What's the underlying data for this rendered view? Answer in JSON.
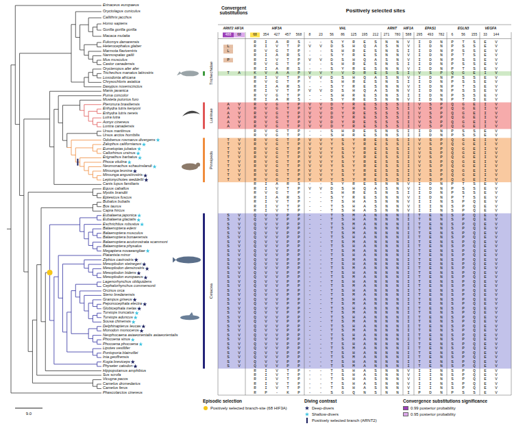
{
  "diagram": {
    "labels": [
      "Convergent substitutions",
      "Positively selected sites",
      "ARNT2",
      "HIF3A",
      "488",
      "68",
      "HIF3A",
      "VHL",
      "ARNT",
      "HIF1A",
      "EPAS1",
      "EGLN3",
      "VEGFA",
      "68",
      "354",
      "427",
      "457",
      "568",
      "8",
      "23",
      "56",
      "86",
      "125",
      "195",
      "212",
      "271",
      "780",
      "588",
      "295",
      "493",
      "782",
      "6",
      "56",
      "155",
      "33",
      "144",
      "Erinaceus europaeus",
      "Oryctolagus cuniculus",
      "Callithrix jacchus",
      "Homo sapiens",
      "Gorilla gorilla gorilla",
      "Macaca mulatta",
      "Fukomys damarensis",
      "Heterocephalus glaber",
      "Marmota flaviventris",
      "Nannospalax galili",
      "Mus musculus",
      "Castor canadensis",
      "Orycteropus afer afer",
      "Trichechus manatus latirostris",
      "Loxodonta africana",
      "Chrysochloris asiatica",
      "Dasypus novemcinctus",
      "Manis javanica",
      "Puma concolor",
      "Mustela putorius furo",
      "Pteronura brasiliensis",
      "Enhydra lutris kenyoni",
      "Enhydra lutris nereis",
      "Lutra lutra",
      "Aonyx cinereus",
      "Lontra canadensis",
      "Ursus maritimus",
      "Ursus arctos horribilis",
      "Odobenus rosmarus divergens",
      "Zalophus californianus",
      "Eumetopias jubatus",
      "Callorhinus ursinus",
      "Erignathus barbatus",
      "Phoca vitulina",
      "Neomonachus schauinslandi",
      "Mirounga leonina",
      "Mirounga angustirostris",
      "Leptonychotes weddellii",
      "Canis lupus familiaris",
      "Equus caballus",
      "Myotis brandtii",
      "Eptesicus fuscus",
      "Bubalus bubalis",
      "Bos taurus",
      "Capra hircus",
      "Eubalaena japonica",
      "Eubalaena glacialis",
      "Eschrichtius robustus",
      "Balaenoptera edeni",
      "Balaenoptera musculus",
      "Balaenoptera bonaerensis",
      "Balaenoptera acutorostrata scammoni",
      "Balaenoptera physalus",
      "Megaptera novaeangliae",
      "Platanista minor",
      "Ziphius cavirostris",
      "Mesoplodon steinegeri",
      "Mesoplodon densirostris",
      "Mesoplodon bidens",
      "Mesoplodon europaeus",
      "Lagenorhynchus obliquidens",
      "Cephalorhynchus commersonii",
      "Orcinus orca",
      "Steno bredanensis",
      "Grampus griseus",
      "Peponocephala electra",
      "Globicephala melas",
      "Tursiops truncatus",
      "Tursiops aduncus",
      "Sousa chinensis",
      "Delphinapterus leucas",
      "Monodon monoceros",
      "Neophocaena asiaeorientalis asiaeorientalis",
      "Phocoena sinus",
      "Phocoena phocoena",
      "Lipotes vexillifer",
      "Pontoporia blainvillei",
      "Inia geoffrensis",
      "Kogia breviceps",
      "Physeter catodon",
      "Hippopotamus amphibius",
      "Sus scrofa",
      "Vicugna pacos",
      "Camelus dromedarius",
      "Camelus ferus",
      "Phascolarctos cinereus",
      "R I A R S - - S Y R E S N N V I D N P T S E V",
      "R I V T P V V D S H Q A S N V I D N P S S E V",
      "R V G T P - - S H R E S N S I I D N P S S E V",
      "R I A R S - - S Y R E S N N V I D N P T S E V",
      "R I V T P V V D S H Q A S N V I D N P S S E V",
      "R V G T P - - S H R E S N S I I D N P S S E V",
      "R I A R S - - S Y R E S N N V I D N P T S E V",
      "K V A A P V V Y V D R E S S I V S P Q G E I V",
      "R I V T P V V D S H Q A S N V I D N P S S E V",
      "R V G T P - - S H R E S N S I I D N P S S E V",
      "R I A R S - - S Y R E S N N V I D N P T S E V",
      "R I V T P V V D S H Q A S N V I D N P S S E V",
      "R V G T P - - S H R E S N S I I D N P S S E V",
      "R I A R S - - S Y R E S N N V I D N P T S E V",
      "R V G T P V V D Y R E S S S I V S P Q G E I V",
      "R V G T P V V D Y R E S S S I V S P Q G E I V",
      "R V G T P V V D Y R E S S S I V S P Q G E I V",
      "R V G T P V V D Y R E S S S I V S P Q G E I V",
      "R V G T P V V D Y R E S S S I V S P Q G E I V",
      "R V G T P V V D Y R E S S S I V S P Q G E I V",
      "R V G T P - - S H R E S N S I I D N P S S E V",
      "R V G T P - - S H R E S N S I I D N P S S E V",
      "R V G T P V V Y S Y R E S S I V S P Q G E I V",
      "R V G T P V V Y S Y R E S S I V S P Q G E I V",
      "R V G T P V V Y S Y R E S S I V S P Q G E I V",
      "R V G T P V V Y S Y R E S S I V S P Q G E I V",
      "R V G T P V V Y S Y R E S S I V S P Q G E I V",
      "R V G T P V V Y S Y R E S S I V S P Q G E I V",
      "R V G T P V V Y S Y R E S S I V S P Q G E I V",
      "R V G T P V V Y S Y R E S S I V S P Q G E I V",
      "R V G T P V V Y S Y R E S S I V S P Q G E I V",
      "R V G T P V V Y S Y R E S S I V S P Q G E I V",
      "R I A R S - - S Y R E S N N V I D N P T S E V",
      "R I V T P V V D S H Q A S N V I D N P S S E V",
      "R V G T P - - S H R E S N S I I D N P S S E V",
      "R I A R S - - S Y R E S N N V I D N P T S E V",
      "R I V T P - - T S H A S N N V I I N S P Q E V",
      "R I V T P - - T S H A S N N V I I N S P Q E V",
      "R I V T P - - T S H A S N N V I I N S P Q E V",
      "Q V V P P - - T S M A N N N I T E N S P Q E V",
      "Q V V P P - - T S H A N N N I T E N S P Q E V",
      "Q V V P P - - T S M A N N N I T E N S P Q E V",
      "Q V V P P - - T S H A N N N I T E N S P Q E V",
      "Q V V P P - - T S M A N N N I T E N S P Q E V",
      "Q V V P P - - T S H A N N N I T E N S P Q E V",
      "Q V V P P - - T S M A N N N I T E N S P Q E V",
      "Q V V P P - - T S H A N N N I T E N S P Q E V",
      "Q V V P P - - T S M A N N N I T E N S P Q E V",
      "Q V V P P - - T S H A N N N I T E N S P Q E V",
      "Q V V P P - - T S M A N N N I T E N S P Q E V",
      "Q V V P P - - T S H A N N N I T E N S P Q E V",
      "Q V V P P - - T S M A N N N I T E N S P Q E V",
      "Q V V P P - - T S H A N N N I T E N S P Q E V",
      "Q V V P P - - T S M A N N N I T E N S P Q E V",
      "Q V V P P - - T S H A N N N I T E N S P Q E V",
      "Q V V P P - - T S M A N N N I T E N S P Q E V",
      "Q V V P P - - T S H A N N N I T E N S P Q E V",
      "Q V V P P - - T S M A N N N I T E N S P Q E V",
      "Q V V P P - - T S H A N N N I T E N S P Q E V",
      "Q V V P P - - T S M A N N N I T E N S P Q E V",
      "Q V V P P - - T S H A N N N I T E N S P Q E V",
      "Q V V P P - - T S M A N N N I T E N S P Q E V",
      "Q V V P P - - T S H A N N N I T E N S P Q E V",
      "Q V V P P - - T S M A N N N I T E N S P Q E V",
      "Q V V P P - - T S H A N N N I T E N S P Q E V",
      "Q V V P P - - T S M A N N N I T E N S P Q E V",
      "Q V V P P - - T S H A N N N I T E N S P Q E V",
      "Q V V P P - - T S M A N N N I T E N S P Q E V",
      "Q V V P P - - T S H A N N N I T E N S P Q E V",
      "Q V V P P - - T S M A N N N I T E N S P Q E V",
      "Q V V P P - - T S H A N N N I T E N S P Q E V",
      "Q V V P P - - T S M A N N N I T E N S P Q E V",
      "Q V V P P - - T S H A N N N I T E N S P Q E V",
      "Q V V P P - - T S M A N N N I T E N S P Q E V",
      "R I V T P - - T S H A S N N V I I N S P Q E V",
      "R I V T P - - T S H A S N N V I I N S P Q E V",
      "R I V T P - - T S H A S N N V I I N S P Q E V",
      "R I V T P - - T S H A S N N V I I N S P Q E V",
      "R I V T P - - T S H A S N N V I I N S P Q E V",
      "R P - K P - - S G Q N S N N I P D N P S S E V",
      "L",
      "L",
      "P",
      "T A",
      "A V",
      "A V",
      "A V",
      "A V",
      "A V",
      "A V",
      "T V",
      "T V",
      "T V",
      "T V",
      "T V",
      "T V",
      "T V",
      "T V",
      "T V",
      "T V",
      "S V",
      "S V",
      "S V",
      "S V",
      "S V",
      "S V",
      "S V",
      "S V",
      "S V",
      "S V",
      "S V",
      "S V",
      "S V",
      "S V",
      "S V",
      "S V",
      "S V",
      "S V",
      "S V",
      "S V",
      "S V",
      "S V",
      "S V",
      "S V",
      "S V",
      "S V",
      "S V",
      "S V",
      "S V",
      "S V",
      "S V",
      "S V",
      "S V",
      "S V",
      "S V",
      "Trichechidae",
      "Lutrinae",
      "Pinnipeds",
      "Cetacea",
      "Episodic selection",
      "Diving contrast",
      "Convergence substitutions significance",
      "9.0"
    ],
    "legend": [
      {
        "text": "Positively selected branch-site (68 HIF3A)"
      },
      {
        "text": "Deep-divers"
      },
      {
        "text": "Shallow-divers"
      },
      {
        "text": "Positively selected branch (ARNT2)"
      },
      {
        "text": "0.99 posterior probability",
        "color": "#9c3fb8"
      },
      {
        "text": "0.95 posterior probability",
        "color": "#dca8ea"
      }
    ]
  }
}
